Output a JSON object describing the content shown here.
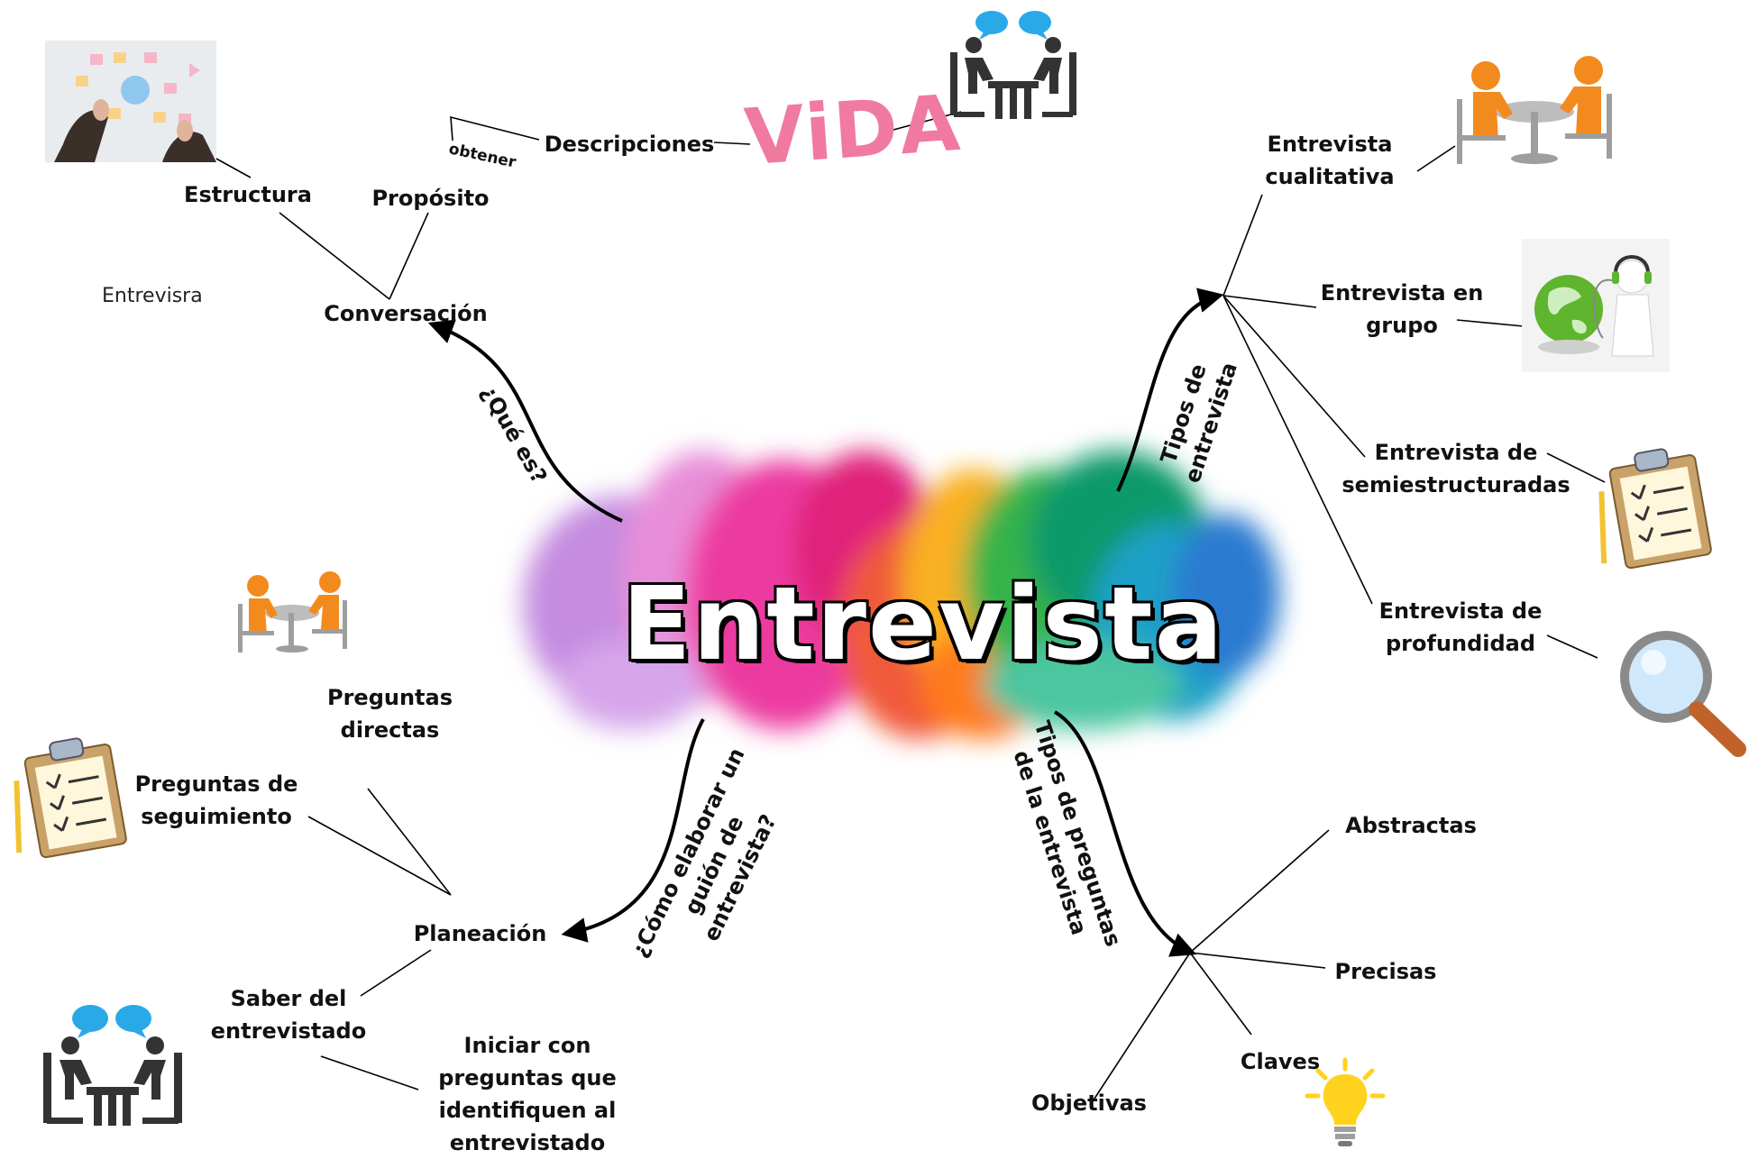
{
  "title": "Entrevista",
  "branches": {
    "que_es": "¿Qué es?",
    "tipos_entrevista": "Tipos de\nentrevista",
    "como_elaborar": "¿Cómo elaborar un\nguión de\nentrevista?",
    "tipos_preguntas": "Tipos de preguntas\nde la entrevista"
  },
  "nodes": {
    "conversacion": "Conversación",
    "estructura": "Estructura",
    "proposito": "Propósito",
    "obtener": "obtener",
    "descripciones": "Descripciones",
    "vida": "ViDA",
    "entrevisra": "Entrevisra",
    "cualitativa": "Entrevista\ncualitativa",
    "grupo": "Entrevista en\ngrupo",
    "semi": "Entrevista de\nsemiestructuradas",
    "profundidad": "Entrevista de\nprofundidad",
    "planeacion": "Planeación",
    "directas": "Preguntas\ndirectas",
    "seguimiento": "Preguntas de\nseguimiento",
    "saber": "Saber del\nentrevistado",
    "iniciar": "Iniciar con\npreguntas que\nidentifiquen al\nentrevistado",
    "abstractas": "Abstractas",
    "precisas": "Precisas",
    "claves": "Claves",
    "objetivas": "Objetivas"
  },
  "colors": {
    "text": "#111111",
    "vida_pink": "#f07aa0",
    "bubble_blue": "#29a9e8",
    "figure_orange": "#f28a1e",
    "clipboard": "#c9a26a",
    "globe_green": "#5fb52e",
    "bulb_yellow": "#ffd21e"
  },
  "icons": [
    "flowchart-photo-icon",
    "meeting-icon",
    "people-at-table-icon",
    "globe-headphones-icon",
    "clipboard-checklist-icon",
    "magnifier-icon",
    "lightbulb-icon"
  ]
}
